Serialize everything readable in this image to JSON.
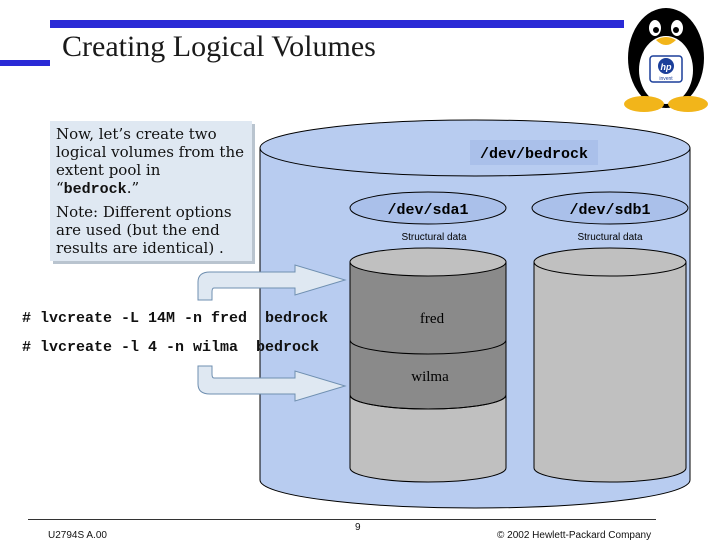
{
  "slide": {
    "title": "Creating Logical Volumes",
    "note1_pre": "Now, let’s create two logical volumes from the extent pool in “",
    "note1_bold": "bedrock",
    "note1_post": ".”",
    "note2": "Note: Different options are used (but the end results are identical) .",
    "cmd1": "# lvcreate -L 14M -n fred  bedrock",
    "cmd2": "# lvcreate -l 4 -n wilma  bedrock"
  },
  "diagram": {
    "vg_label": "/dev/bedrock",
    "pv1_label": "/dev/sda1",
    "pv2_label": "/dev/sdb1",
    "struct1": "Structural data",
    "struct2": "Structural data",
    "lv1": "fred",
    "lv2": "wilma"
  },
  "logo": {
    "brand": "hp",
    "tagline": "invent"
  },
  "footer": {
    "course": "U2794S A.00",
    "page": "9",
    "copyright": "© 2002 Hewlett-Packard Company"
  },
  "colors": {
    "accent_bar": "#2a2ad6",
    "cylinder_fill": "#b8ccf0",
    "note_bg": "#dfe8f2",
    "gray": "#c0c0c0",
    "dark_gray": "#8a8a8a"
  }
}
